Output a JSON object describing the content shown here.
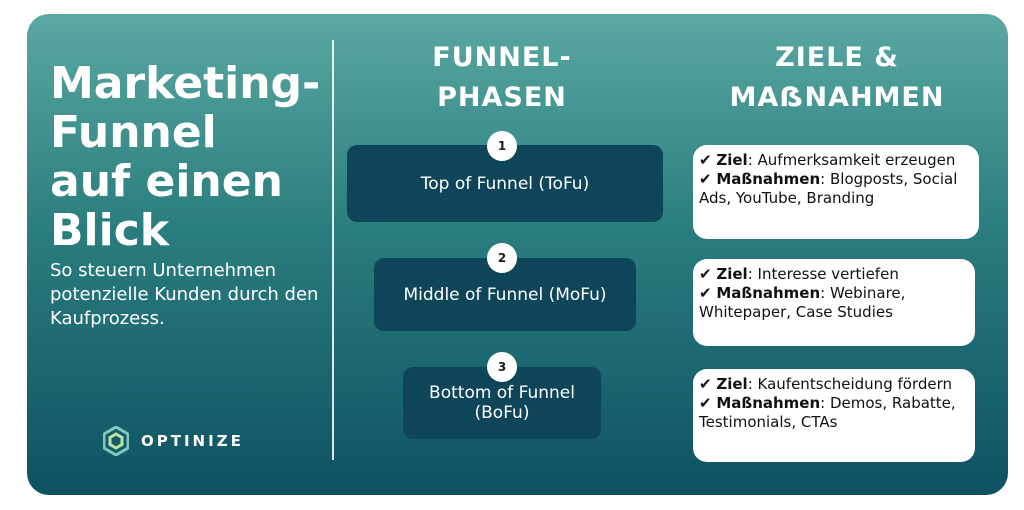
{
  "title": "Marketing-\nFunnel\nauf einen\nBlick",
  "subtitle": "So steuern Unternehmen potenzielle Kunden durch den Kaufprozess.",
  "logo": {
    "text": "OPTINIZE",
    "icon": "hexagon-logo-icon"
  },
  "columns": {
    "phases_heading": "FUNNEL-\nPHASEN",
    "goals_heading": "ZIELE &\nMAẞNAHMEN"
  },
  "phases": [
    {
      "number": "1",
      "label": "Top of Funnel (ToFu)"
    },
    {
      "number": "2",
      "label": "Middle of Funnel (MoFu)"
    },
    {
      "number": "3",
      "label": "Bottom of Funnel (BoFu)"
    }
  ],
  "goals": [
    {
      "check": "✔",
      "goal_label": "Ziel",
      "goal_text": ": Aufmerksamkeit erzeugen",
      "measures_label": "Maßnahmen",
      "measures_text": ": Blogposts, Social Ads, YouTube, Branding"
    },
    {
      "check": "✔",
      "goal_label": "Ziel",
      "goal_text": ": Interesse vertiefen",
      "measures_label": "Maßnahmen",
      "measures_text": ": Webinare, Whitepaper, Case Studies"
    },
    {
      "check": "✔",
      "goal_label": "Ziel",
      "goal_text": ": Kaufentscheidung fördern",
      "measures_label": "Maßnahmen",
      "measures_text": ": Demos, Rabatte, Testimonials, CTAs"
    }
  ],
  "colors": {
    "gradient_top": "#5aa8a2",
    "gradient_bottom": "#0f5162",
    "phase_box": "#0e4558",
    "text": "#ffffff"
  }
}
